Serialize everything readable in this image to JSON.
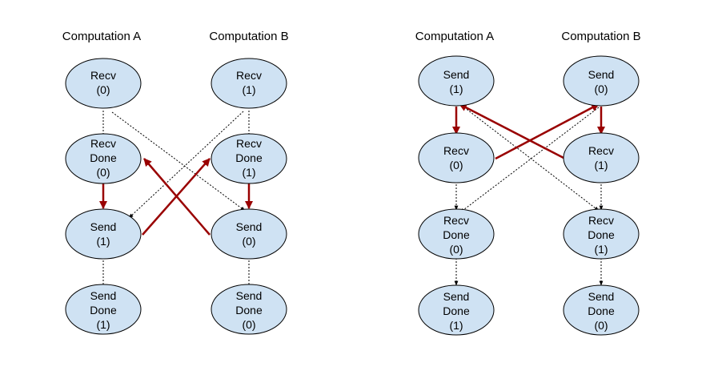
{
  "colors": {
    "node_fill": "#cfe2f3",
    "node_stroke": "#000000",
    "dependency_edge": "#000000",
    "data_edge": "#990000"
  },
  "left_diagram": {
    "col_a_title": "Computation A",
    "col_b_title": "Computation B",
    "nodes": {
      "a1": [
        "Recv",
        "(0)"
      ],
      "a2": [
        "Recv",
        "Done",
        "(0)"
      ],
      "a3": [
        "Send",
        "(1)"
      ],
      "a4": [
        "Send",
        "Done",
        "(1)"
      ],
      "b1": [
        "Recv",
        "(1)"
      ],
      "b2": [
        "Recv",
        "Done",
        "(1)"
      ],
      "b3": [
        "Send",
        "(0)"
      ],
      "b4": [
        "Send",
        "Done",
        "(0)"
      ]
    }
  },
  "right_diagram": {
    "col_a_title": "Computation A",
    "col_b_title": "Computation B",
    "nodes": {
      "a1": [
        "Send",
        "(1)"
      ],
      "a2": [
        "Recv",
        "(0)"
      ],
      "a3": [
        "Recv",
        "Done",
        "(0)"
      ],
      "a4": [
        "Send",
        "Done",
        "(1)"
      ],
      "b1": [
        "Send",
        "(0)"
      ],
      "b2": [
        "Recv",
        "(1)"
      ],
      "b3": [
        "Recv",
        "Done",
        "(1)"
      ],
      "b4": [
        "Send",
        "Done",
        "(0)"
      ]
    }
  }
}
